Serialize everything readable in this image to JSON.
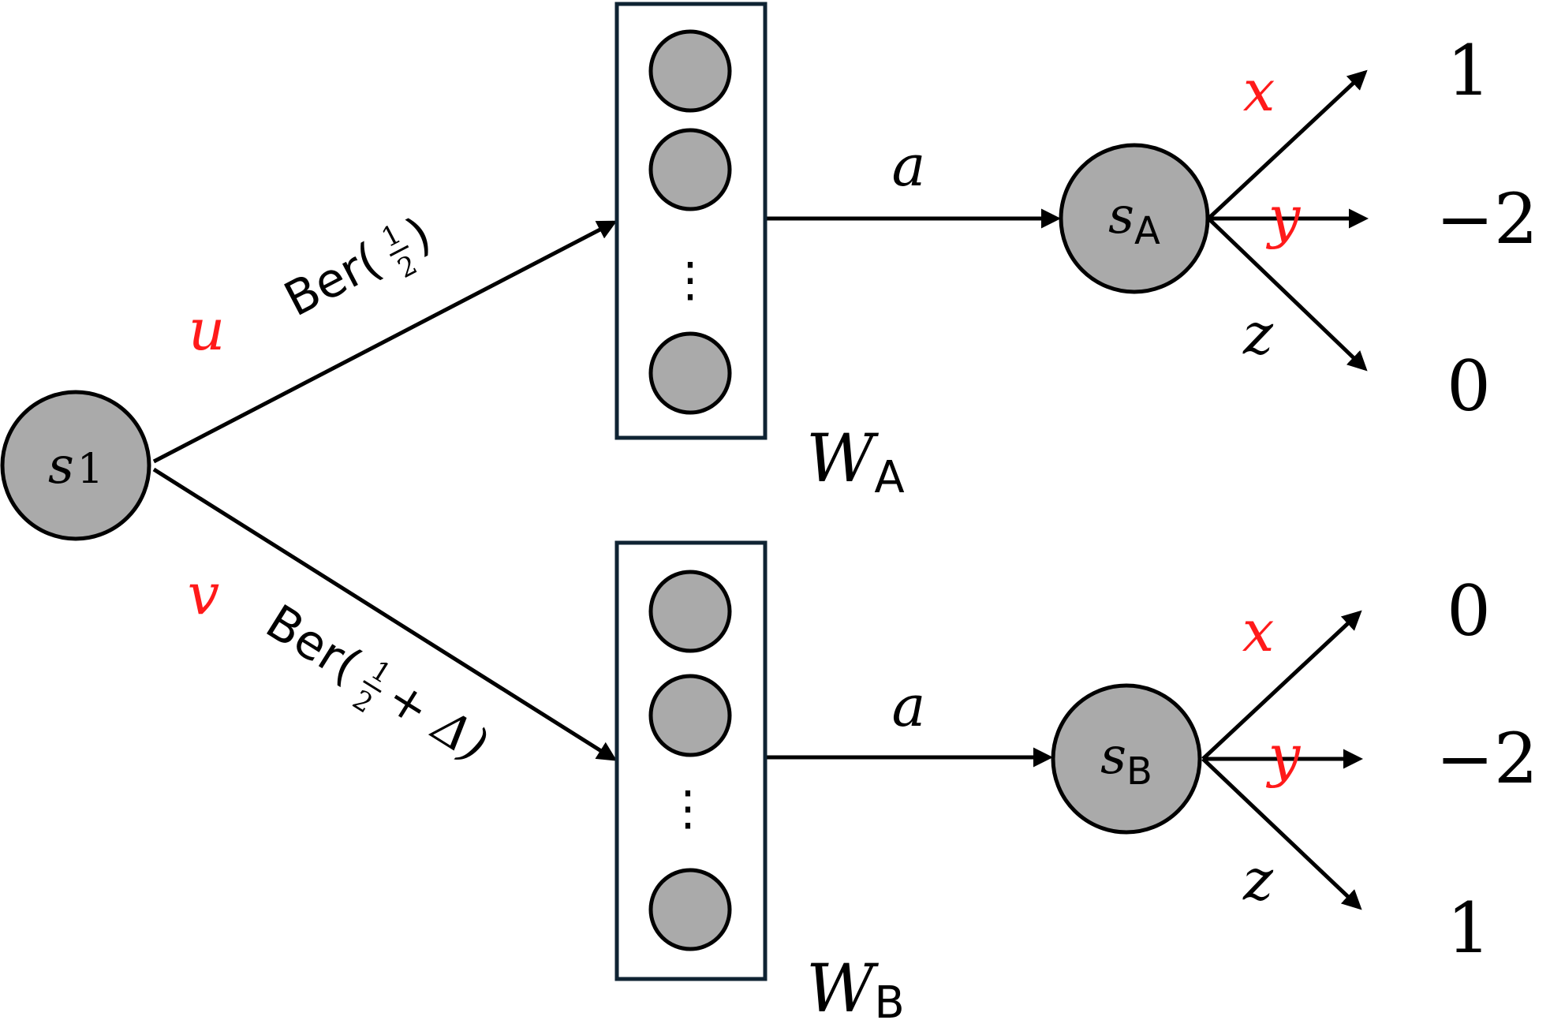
{
  "colors": {
    "node_fill": "#aaaaaa",
    "box_stroke": "#0f2333",
    "highlight": "#ff1a1a"
  },
  "nodes": {
    "s1": {
      "base": "s",
      "sub": "1"
    },
    "sA": {
      "base": "s",
      "sub": "A"
    },
    "sB": {
      "base": "s",
      "sub": "B"
    }
  },
  "edges_from_s1": {
    "upper": {
      "var": "u",
      "dist_label": "Ber(",
      "dist_num": "1",
      "dist_den": "2",
      "dist_close": ")"
    },
    "lower": {
      "var": "v",
      "dist_label": "Ber(",
      "dist_num": "1",
      "dist_den": "2",
      "dist_tail": "+ Δ)"
    }
  },
  "boxes": {
    "A": {
      "label": "W",
      "sub": "A",
      "ellipsis": "⋮"
    },
    "B": {
      "label": "W",
      "sub": "B",
      "ellipsis": "⋮"
    }
  },
  "actions": {
    "a_top": "a",
    "a_bottom": "a"
  },
  "outcomes_A": [
    {
      "var": "x",
      "value": "1"
    },
    {
      "var": "y",
      "value": "−2"
    },
    {
      "var": "z",
      "value": "0"
    }
  ],
  "outcomes_B": [
    {
      "var": "x",
      "value": "0"
    },
    {
      "var": "y",
      "value": "−2"
    },
    {
      "var": "z",
      "value": "1"
    }
  ]
}
